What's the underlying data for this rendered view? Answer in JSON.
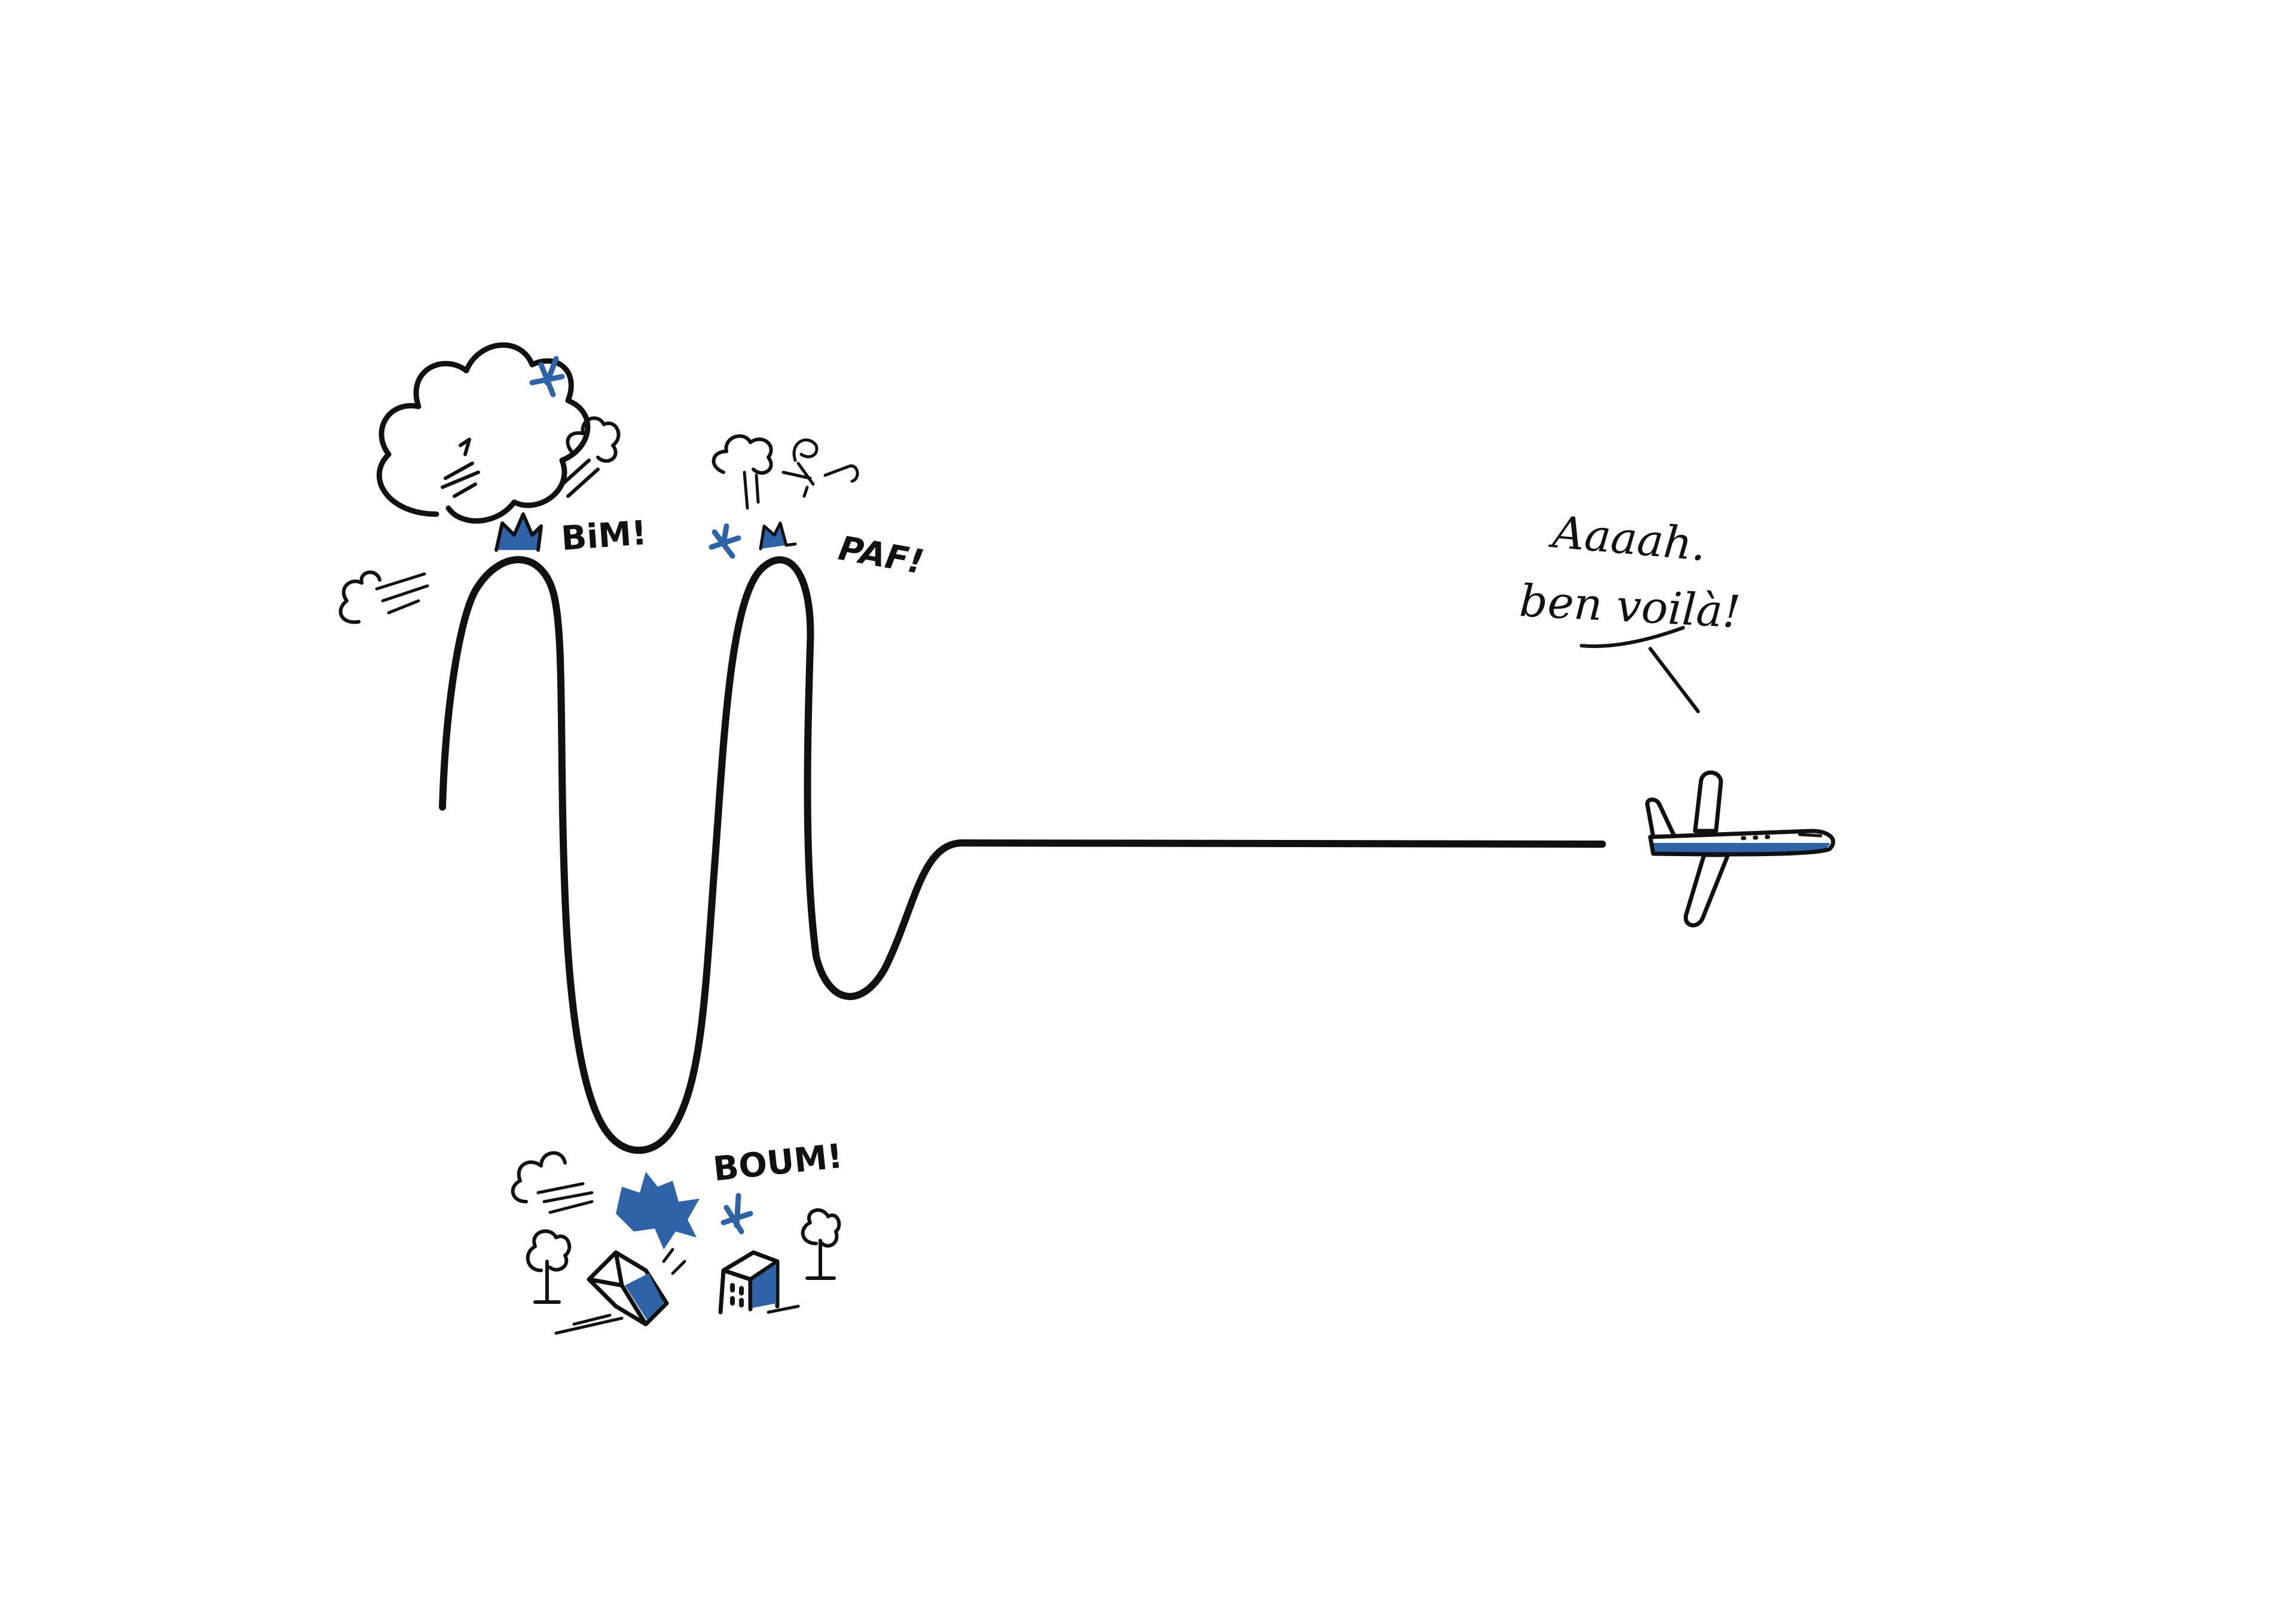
{
  "labels": {
    "bim": "BiM!",
    "paf": "PAF!",
    "boum": "BOUM!",
    "speech_line1": "Aaaah.",
    "speech_line2": "ben voilà!"
  },
  "colors": {
    "ink": "#111111",
    "accent_blue": "#2f63a8",
    "background": "#ffffff"
  },
  "icons": {
    "airplane": "airplane-icon",
    "cloud": "cloud-icon",
    "star": "star-icon",
    "burst": "burst-icon",
    "house": "house-icon",
    "tree": "tree-icon"
  }
}
